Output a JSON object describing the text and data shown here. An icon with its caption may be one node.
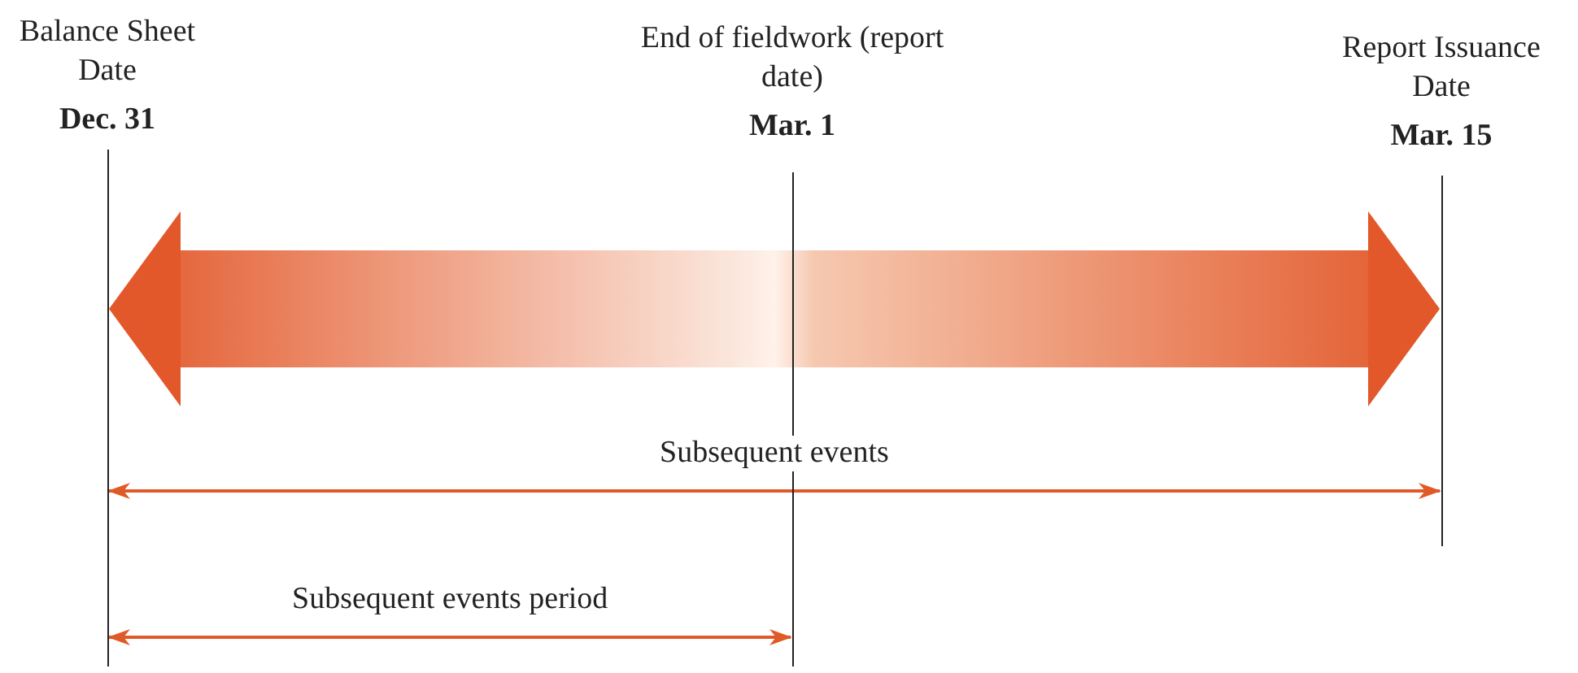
{
  "diagram": {
    "nodes": [
      {
        "text": [
          "Balance Sheet Date",
          "Dec. 31"
        ]
      },
      {
        "text": [
          "End of fieldwork (report date)",
          "Mar. 1"
        ]
      },
      {
        "text": [
          "Report Issuance Date",
          "Mar. 15"
        ]
      }
    ],
    "edges": [
      {
        "from": 0,
        "to": 2,
        "arrow": "both",
        "style": "thick",
        "color": "#e2582a"
      },
      {
        "from": 0,
        "to": 2,
        "arrow": "both",
        "label": "Subsequent events"
      },
      {
        "from": 0,
        "to": 1,
        "arrow": "both",
        "label": "Subsequent events period"
      }
    ]
  }
}
